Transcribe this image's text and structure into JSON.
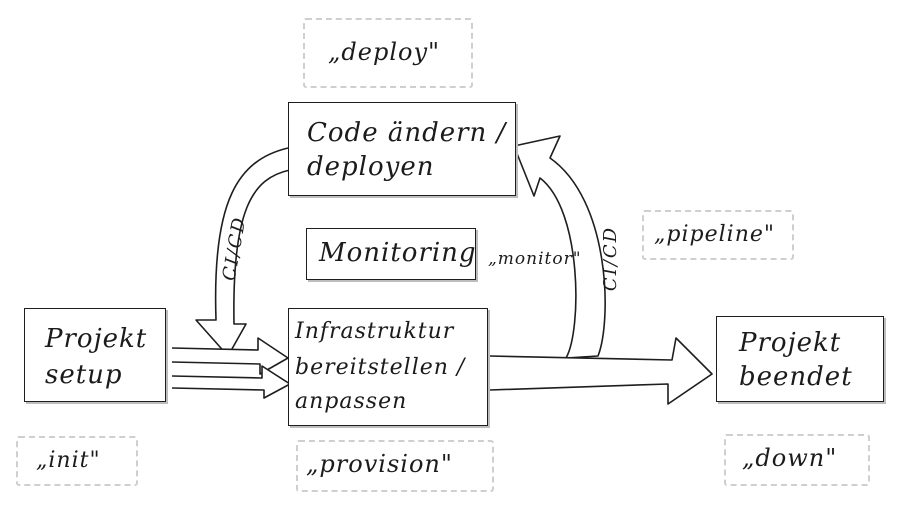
{
  "boxes": {
    "deploy_box": {
      "line1": "Code ändern /",
      "line2": "deployen"
    },
    "monitoring_box": {
      "label": "Monitoring"
    },
    "setup_box": {
      "line1": "Projekt",
      "line2": "setup"
    },
    "infra_box": {
      "line1": "Infrastruktur",
      "line2": "bereitstellen /",
      "line3": "anpassen"
    },
    "end_box": {
      "line1": "Projekt",
      "line2": "beendet"
    }
  },
  "commands": {
    "deploy": "„deploy\"",
    "monitor": "„monitor\"",
    "pipeline": "„pipeline\"",
    "init": "„init\"",
    "provision": "„provision\"",
    "down": "„down\""
  },
  "arrows": {
    "left_loop": "CI/CD",
    "right_loop": "CI/CD"
  }
}
